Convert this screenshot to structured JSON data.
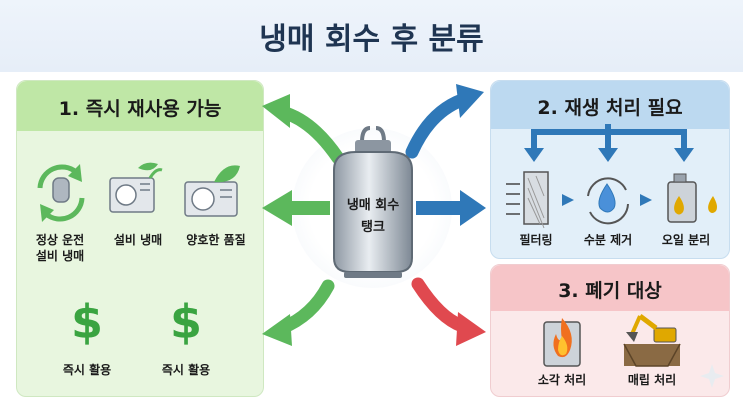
{
  "title": "냉매 회수 후 분류",
  "center": {
    "line1": "냉매 회수",
    "line2": "탱크"
  },
  "reuse": {
    "title": "1. 즉시 재사용 가능",
    "items": [
      {
        "line1": "정상 운전",
        "line2": "설비 냉매"
      },
      {
        "line1": "설비 냉매"
      },
      {
        "line1": "양호한 품질"
      }
    ],
    "dollar_items": [
      {
        "symbol": "$",
        "label": "즉시 활용"
      },
      {
        "symbol": "$",
        "label": "즉시 활용"
      }
    ]
  },
  "regen": {
    "title": "2. 재생 처리 필요",
    "steps": [
      "필터링",
      "수분 제거",
      "오일 분리"
    ]
  },
  "disposal": {
    "title": "3. 폐기 대상",
    "items": [
      "소각 처리",
      "매립 처리"
    ]
  },
  "colors": {
    "green_arrow": "#5cb85c",
    "blue_arrow": "#2f78b8",
    "red_arrow": "#e0494f",
    "dollar_green": "#3aa441"
  }
}
